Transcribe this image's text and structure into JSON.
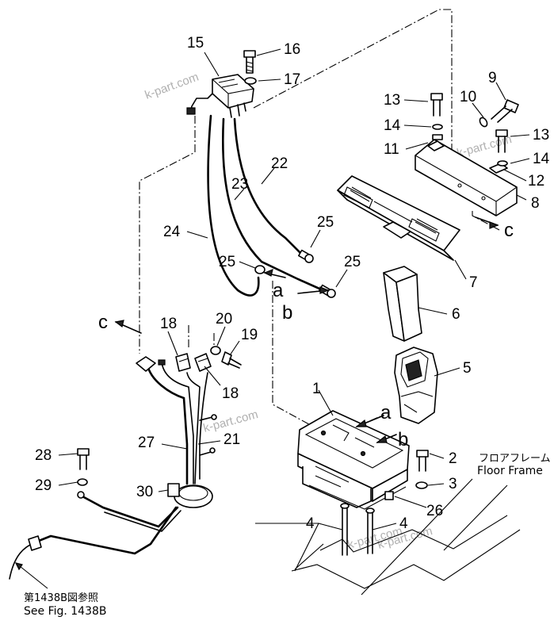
{
  "labels": {
    "p1": "1",
    "p2": "2",
    "p3": "3",
    "p4a": "4",
    "p4b": "4",
    "p5": "5",
    "p6": "6",
    "p7": "7",
    "p8": "8",
    "p9": "9",
    "p10": "10",
    "p11": "11",
    "p12": "12",
    "p13a": "13",
    "p13b": "13",
    "p14a": "14",
    "p14b": "14",
    "p15": "15",
    "p16": "16",
    "p17": "17",
    "p18a": "18",
    "p18b": "18",
    "p19": "19",
    "p20": "20",
    "p21": "21",
    "p22": "22",
    "p23": "23",
    "p24": "24",
    "p25a": "25",
    "p25b": "25",
    "p25c": "25",
    "p26": "26",
    "p27": "27",
    "p28": "28",
    "p29": "29",
    "p30": "30",
    "a1": "a",
    "a2": "a",
    "b1": "b",
    "b2": "b",
    "c1": "c",
    "c2": "c"
  },
  "notes": {
    "floor_jp": "フロアフレーム",
    "floor_en": "Floor  Frame",
    "see_jp": "第1438B図参照",
    "see_en": "See  Fig.  1438B"
  },
  "watermarks": [
    "k-part.com",
    "k-part.com",
    "k-part.com",
    "k-part.com",
    "k-part.com"
  ]
}
